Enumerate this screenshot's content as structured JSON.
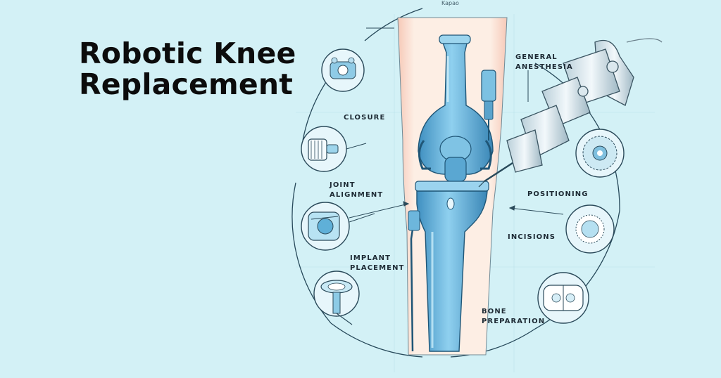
{
  "title": {
    "line1": "Robotic Knee",
    "line2": "Replacement"
  },
  "top_note": "Kapao",
  "labels": {
    "closure": "CLOSURE",
    "joint_alignment": [
      "JOINT",
      "ALIGNMENT"
    ],
    "implant_placement": [
      "IMPLANT",
      "PLACEMENT"
    ],
    "general_anesthesia": [
      "GENERAL",
      "ANESTHESIA"
    ],
    "positioning": "POSITIONING",
    "incisions": "INCISIONS",
    "bone_preparation": [
      "BONE",
      "PREPARATION"
    ]
  },
  "colors": {
    "background": "#d3f1f6",
    "implant_blue": "#6cb7dd",
    "implant_dark": "#2f6f96",
    "leg_skin": "#fde9dc",
    "line": "#2b4a5a"
  }
}
